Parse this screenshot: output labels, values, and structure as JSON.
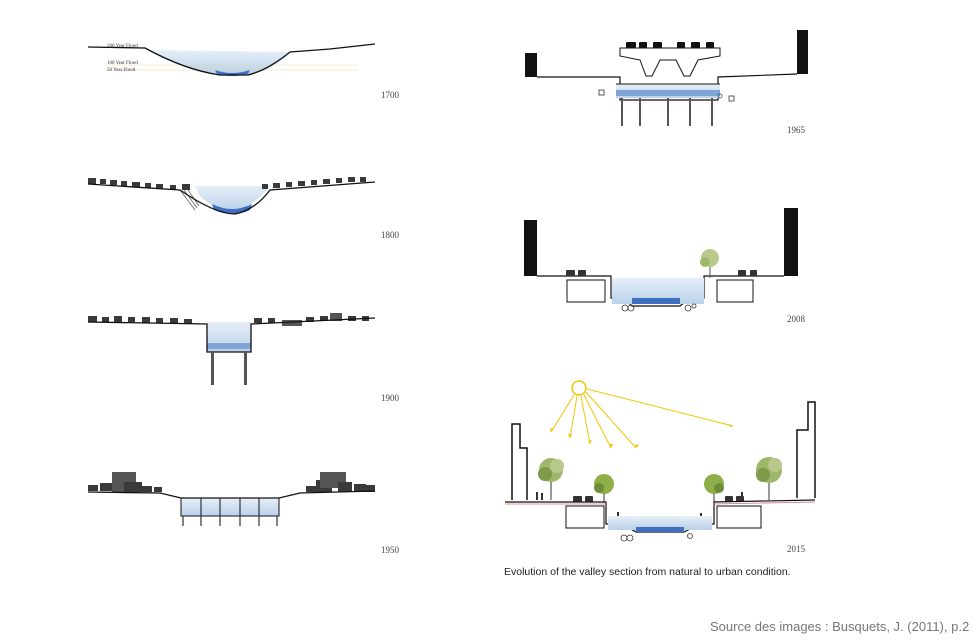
{
  "years": {
    "y1700": "1700",
    "y1800": "1800",
    "y1900": "1900",
    "y1950": "1950",
    "y1965": "1965",
    "y2008": "2008",
    "y2015": "2015"
  },
  "flood_labels": {
    "f200": "200 Year Flood",
    "f100": "100 Year Flood",
    "f50": "50 Year Flood"
  },
  "caption": "Evolution of the valley section from natural to urban condition.",
  "source": "Source des images : Busquets, J. (2011), p.2",
  "colors": {
    "water": "#cfe0f0",
    "water_deep": "#3f6fc0",
    "building": "#3a3a3a",
    "ground_line": "#111111",
    "sun": "#f2c500",
    "tree": "#8fae4a"
  }
}
